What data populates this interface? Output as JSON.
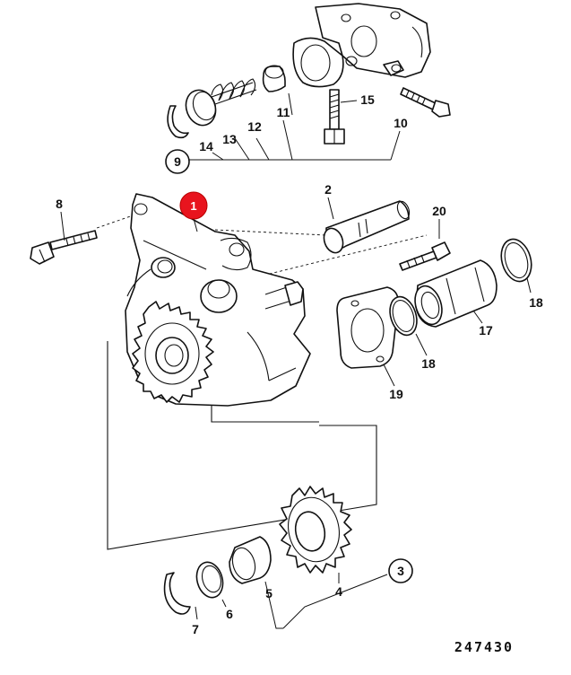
{
  "diagram": {
    "reference_number": "247430",
    "highlight_color": "#e8141e",
    "line_color": "#111111",
    "callouts": {
      "c1": "1",
      "c2": "2",
      "c3": "3",
      "c4": "4",
      "c5": "5",
      "c6": "6",
      "c7": "7",
      "c8": "8",
      "c9": "9",
      "c10": "10",
      "c11": "11",
      "c12": "12",
      "c13": "13",
      "c14": "14",
      "c15": "15",
      "c17": "17",
      "c18a": "18",
      "c18b": "18",
      "c19": "19",
      "c20": "20"
    }
  }
}
